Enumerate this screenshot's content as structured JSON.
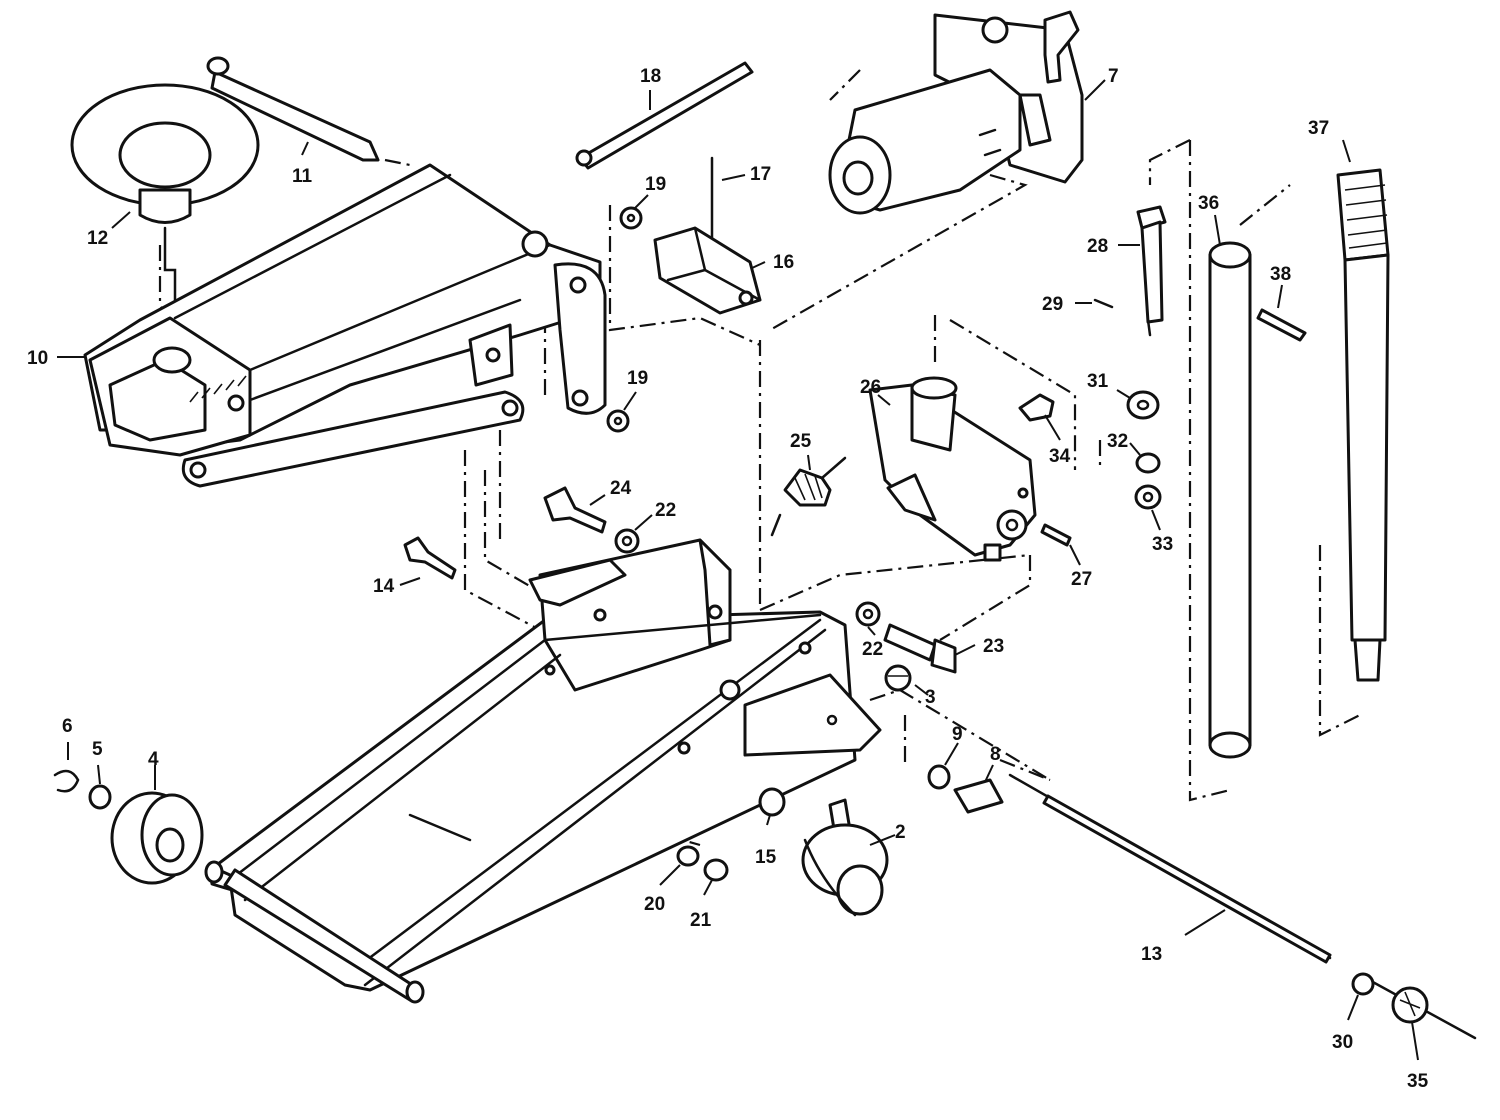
{
  "diagram": {
    "callouts": [
      "2",
      "3",
      "4",
      "5",
      "6",
      "7",
      "8",
      "9",
      "10",
      "11",
      "12",
      "13",
      "14",
      "15",
      "16",
      "17",
      "18",
      "19",
      "19",
      "20",
      "21",
      "22",
      "22",
      "23",
      "24",
      "25",
      "26",
      "27",
      "28",
      "29",
      "30",
      "31",
      "32",
      "33",
      "34",
      "35",
      "36",
      "37",
      "38"
    ]
  },
  "colors": {
    "ink": "#111111",
    "paper": "#ffffff"
  }
}
